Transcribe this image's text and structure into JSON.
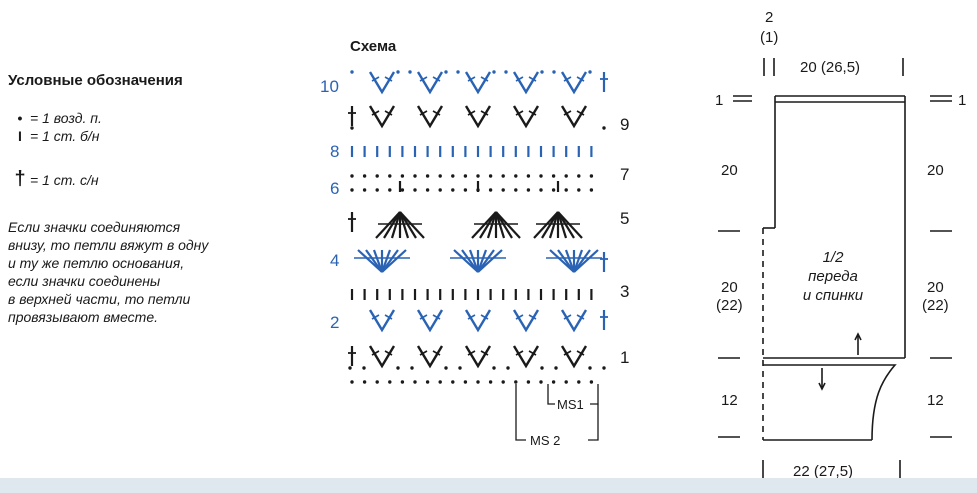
{
  "legend": {
    "title": "Условные обозначения",
    "items": [
      {
        "symbol": "•",
        "text": "= 1 возд. п."
      },
      {
        "symbol": "I",
        "text": "= 1 ст. б/н"
      },
      {
        "symbol": "†",
        "text": "= 1 ст. с/н"
      }
    ],
    "note_lines": [
      "Если значки соединяются",
      "внизу, то петли вяжут в одну",
      "и ту же петлю основания,",
      "если значки соединены",
      "в верхней части, то петли",
      "провязывают вместе."
    ]
  },
  "scheme": {
    "title": "Схема",
    "left_rows": [
      "10",
      "8",
      "6",
      "4",
      "2"
    ],
    "right_rows": [
      "9",
      "7",
      "5",
      "3",
      "1"
    ],
    "repeats": [
      "MS1",
      "MS 2"
    ]
  },
  "pattern": {
    "top_left": "2",
    "top_left_paren": "(1)",
    "top_width": "20 (26,5)",
    "side_marks": [
      "1",
      "1"
    ],
    "left_dims": [
      "20",
      "20",
      "(22)",
      "12"
    ],
    "right_dims": [
      "20",
      "20",
      "(22)",
      "12"
    ],
    "center_label": [
      "1/2",
      "переда",
      "и спинки"
    ],
    "bottom_width": "22 (27,5)"
  },
  "colors": {
    "blue": "#2a63b4",
    "black": "#1a1a1a"
  }
}
